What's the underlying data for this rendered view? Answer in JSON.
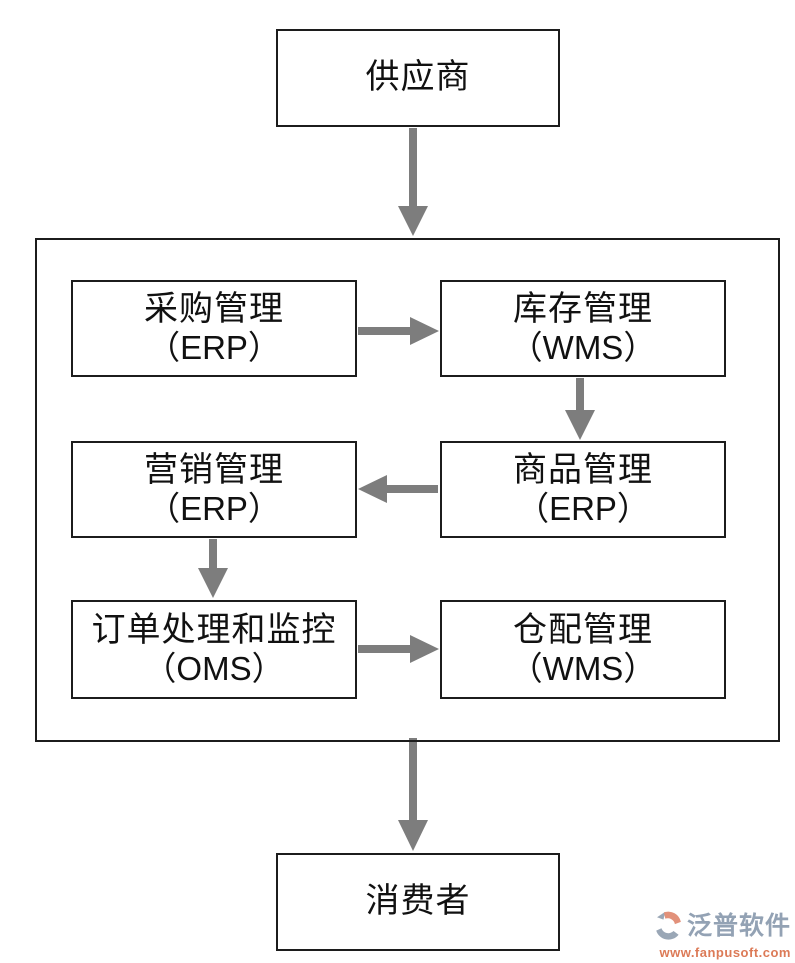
{
  "diagram": {
    "nodes": {
      "supplier": {
        "label": "供应商"
      },
      "purchase": {
        "line1": "采购管理",
        "line2": "（ERP）"
      },
      "inventory": {
        "line1": "库存管理",
        "line2": "（WMS）"
      },
      "marketing": {
        "line1": "营销管理",
        "line2": "（ERP）"
      },
      "product": {
        "line1": "商品管理",
        "line2": "（ERP）"
      },
      "order": {
        "line1": "订单处理和监控",
        "line2": "（OMS）"
      },
      "warehouse": {
        "line1": "仓配管理",
        "line2": "（WMS）"
      },
      "consumer": {
        "label": "消费者"
      }
    },
    "edges": [
      {
        "from": "supplier",
        "to": "system-boundary",
        "direction": "down"
      },
      {
        "from": "purchase",
        "to": "inventory",
        "direction": "right"
      },
      {
        "from": "inventory",
        "to": "product",
        "direction": "down"
      },
      {
        "from": "product",
        "to": "marketing",
        "direction": "left"
      },
      {
        "from": "marketing",
        "to": "order",
        "direction": "down"
      },
      {
        "from": "order",
        "to": "warehouse",
        "direction": "right"
      },
      {
        "from": "system-boundary",
        "to": "consumer",
        "direction": "down"
      }
    ],
    "colors": {
      "arrow": "#7d7d7d",
      "box_border": "#1c1c1c",
      "background": "#ffffff"
    }
  },
  "watermark": {
    "brand": "泛普软件",
    "url": "www.fanpusoft.com",
    "brand_color": "#93a2b4",
    "url_color": "#dc7a57",
    "icon_salmon": "#e2917a",
    "icon_gray": "#9aa7b6"
  }
}
